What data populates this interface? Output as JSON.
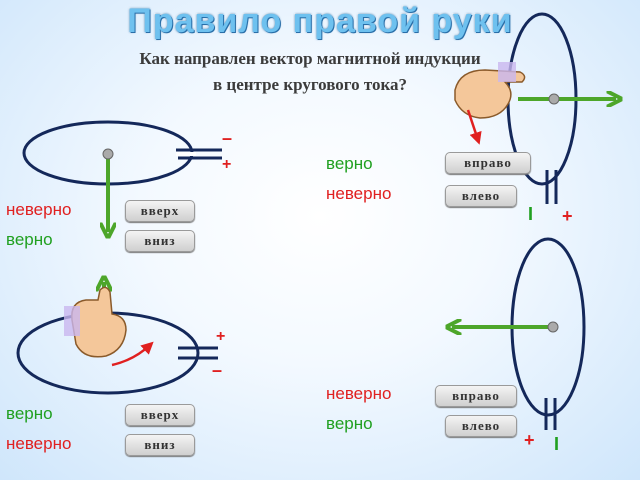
{
  "title": "Правило правой руки",
  "question_line1": "Как направлен вектор магнитной индукции",
  "question_line2": "в центре кругового тока?",
  "panel1": {
    "answer1": "неверно",
    "answer2": "верно",
    "btn1": "вверх",
    "btn2": "вниз",
    "sign_top": "–",
    "sign_bottom": "+"
  },
  "panel2": {
    "answer1": "верно",
    "answer2": "неверно",
    "btn1": "вправо",
    "btn2": "влево",
    "sign_left": "I",
    "sign_right": "+"
  },
  "panel3": {
    "answer1": "верно",
    "answer2": "неверно",
    "btn1": "вверх",
    "btn2": "вниз",
    "sign_top": "+",
    "sign_bottom": "–"
  },
  "panel4": {
    "answer1": "неверно",
    "answer2": "верно",
    "btn1": "вправо",
    "btn2": "влево",
    "sign_left": "+",
    "sign_right": "I"
  },
  "colors": {
    "correct": "#20a020",
    "wrong": "#e02020",
    "loop": "#14285a",
    "arrow": "#4da62a"
  },
  "icons": [
    "right-hand-icon",
    "thumb-up-hand-icon"
  ]
}
